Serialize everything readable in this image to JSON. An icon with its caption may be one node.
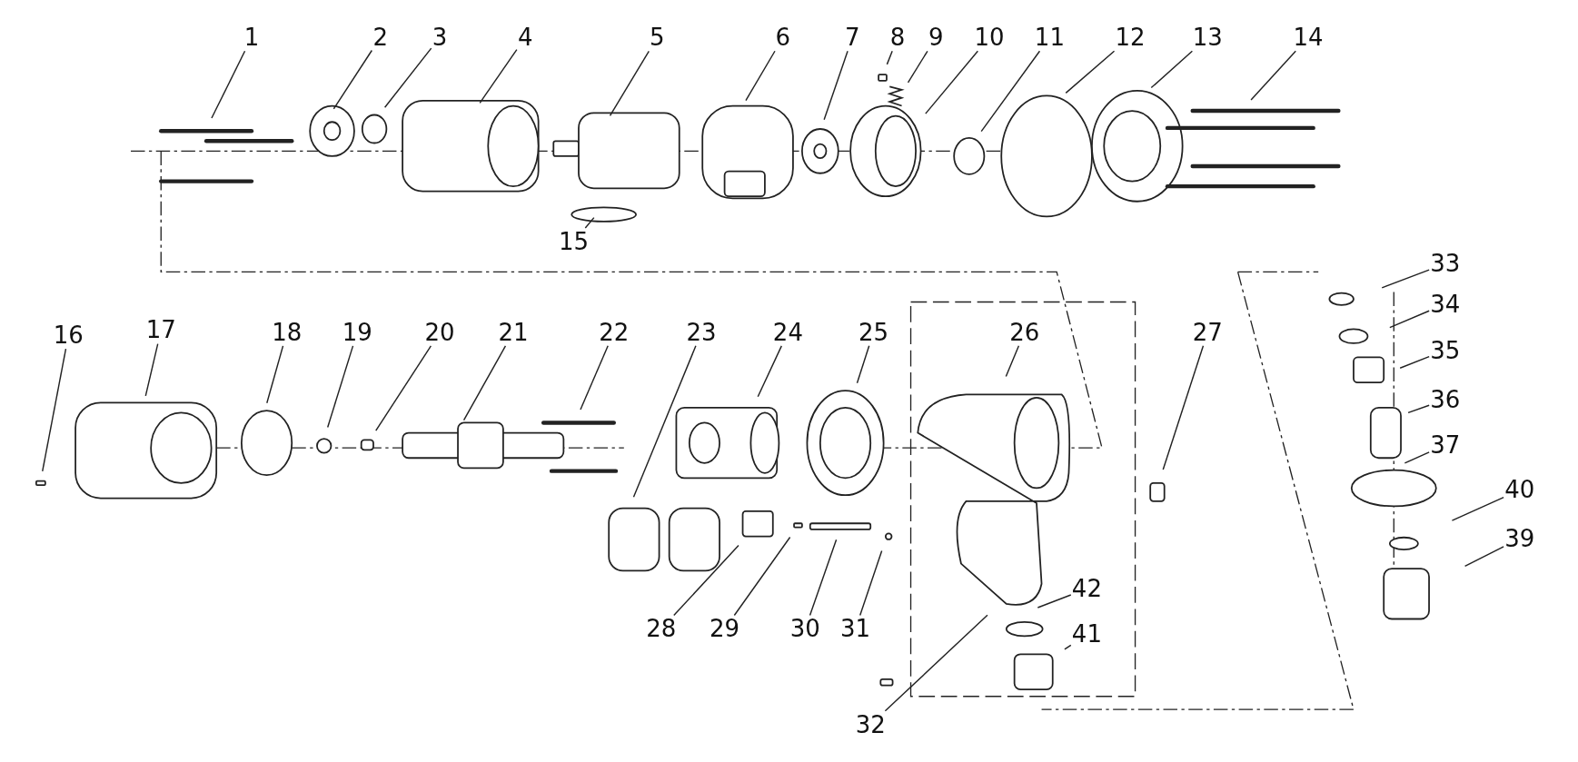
{
  "diagram": {
    "nodes": [
      {
        "text": [
          "1"
        ]
      },
      {
        "text": [
          "2"
        ]
      },
      {
        "text": [
          "3"
        ]
      },
      {
        "text": [
          "4"
        ]
      },
      {
        "text": [
          "5"
        ]
      },
      {
        "text": [
          "6"
        ]
      },
      {
        "text": [
          "7"
        ]
      },
      {
        "text": [
          "8"
        ]
      },
      {
        "text": [
          "9"
        ]
      },
      {
        "text": [
          "10"
        ]
      },
      {
        "text": [
          "11"
        ]
      },
      {
        "text": [
          "12"
        ]
      },
      {
        "text": [
          "13"
        ]
      },
      {
        "text": [
          "14"
        ]
      },
      {
        "text": [
          "15"
        ]
      },
      {
        "text": [
          "16"
        ]
      },
      {
        "text": [
          "17"
        ]
      },
      {
        "text": [
          "18"
        ]
      },
      {
        "text": [
          "19"
        ]
      },
      {
        "text": [
          "20"
        ]
      },
      {
        "text": [
          "21"
        ]
      },
      {
        "text": [
          "22"
        ]
      },
      {
        "text": [
          "23"
        ]
      },
      {
        "text": [
          "24"
        ]
      },
      {
        "text": [
          "25"
        ]
      },
      {
        "text": [
          "26"
        ]
      },
      {
        "text": [
          "27"
        ]
      },
      {
        "text": [
          "28"
        ]
      },
      {
        "text": [
          "29"
        ]
      },
      {
        "text": [
          "30"
        ]
      },
      {
        "text": [
          "31"
        ]
      },
      {
        "text": [
          "32"
        ]
      },
      {
        "text": [
          "33"
        ]
      },
      {
        "text": [
          "34"
        ]
      },
      {
        "text": [
          "35"
        ]
      },
      {
        "text": [
          "36"
        ]
      },
      {
        "text": [
          "37"
        ]
      },
      {
        "text": [
          "39"
        ]
      },
      {
        "text": [
          "40"
        ]
      },
      {
        "text": [
          "41"
        ]
      },
      {
        "text": [
          "42"
        ]
      }
    ],
    "edges": [
      {
        "from": 0,
        "to": null,
        "arrow": "none"
      },
      {
        "from": 1,
        "to": null,
        "arrow": "none"
      },
      {
        "from": 2,
        "to": null,
        "arrow": "none"
      },
      {
        "from": 3,
        "to": null,
        "arrow": "none"
      },
      {
        "from": 4,
        "to": null,
        "arrow": "none"
      },
      {
        "from": 5,
        "to": null,
        "arrow": "none"
      },
      {
        "from": 6,
        "to": null,
        "arrow": "none"
      },
      {
        "from": 7,
        "to": null,
        "arrow": "none"
      },
      {
        "from": 8,
        "to": null,
        "arrow": "none"
      },
      {
        "from": 9,
        "to": null,
        "arrow": "none"
      },
      {
        "from": 10,
        "to": null,
        "arrow": "none"
      },
      {
        "from": 11,
        "to": null,
        "arrow": "none"
      },
      {
        "from": 12,
        "to": null,
        "arrow": "none"
      },
      {
        "from": 13,
        "to": null,
        "arrow": "none"
      },
      {
        "from": 14,
        "to": null,
        "arrow": "none"
      },
      {
        "from": 15,
        "to": null,
        "arrow": "none"
      },
      {
        "from": 16,
        "to": null,
        "arrow": "none"
      },
      {
        "from": 17,
        "to": null,
        "arrow": "none"
      },
      {
        "from": 18,
        "to": null,
        "arrow": "none"
      },
      {
        "from": 19,
        "to": null,
        "arrow": "none"
      },
      {
        "from": 20,
        "to": null,
        "arrow": "none"
      },
      {
        "from": 21,
        "to": null,
        "arrow": "none"
      },
      {
        "from": 22,
        "to": null,
        "arrow": "none"
      },
      {
        "from": 23,
        "to": null,
        "arrow": "none"
      },
      {
        "from": 24,
        "to": null,
        "arrow": "none"
      },
      {
        "from": 25,
        "to": null,
        "arrow": "none"
      },
      {
        "from": 26,
        "to": null,
        "arrow": "none"
      },
      {
        "from": 27,
        "to": null,
        "arrow": "none"
      },
      {
        "from": 28,
        "to": null,
        "arrow": "none"
      },
      {
        "from": 29,
        "to": null,
        "arrow": "none"
      },
      {
        "from": 30,
        "to": null,
        "arrow": "none"
      },
      {
        "from": 31,
        "to": null,
        "arrow": "none"
      },
      {
        "from": 32,
        "to": null,
        "arrow": "none"
      },
      {
        "from": 33,
        "to": null,
        "arrow": "none"
      },
      {
        "from": 34,
        "to": null,
        "arrow": "none"
      },
      {
        "from": 35,
        "to": null,
        "arrow": "none"
      },
      {
        "from": 36,
        "to": null,
        "arrow": "none"
      },
      {
        "from": 37,
        "to": null,
        "arrow": "none"
      },
      {
        "from": 38,
        "to": null,
        "arrow": "none"
      },
      {
        "from": 39,
        "to": null,
        "arrow": "none"
      },
      {
        "from": 40,
        "to": null,
        "arrow": "none"
      }
    ]
  }
}
